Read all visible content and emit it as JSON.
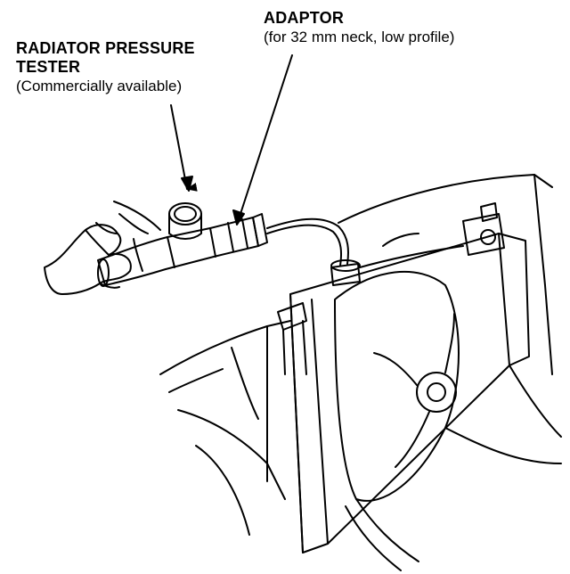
{
  "labels": {
    "tester": {
      "line1": "RADIATOR PRESSURE",
      "line2": "TESTER",
      "note": "(Commercially available)"
    },
    "adaptor": {
      "title": "ADAPTOR",
      "note": "(for 32 mm neck, low profile)"
    }
  },
  "colors": {
    "ink": "#000000",
    "paper": "#ffffff"
  }
}
